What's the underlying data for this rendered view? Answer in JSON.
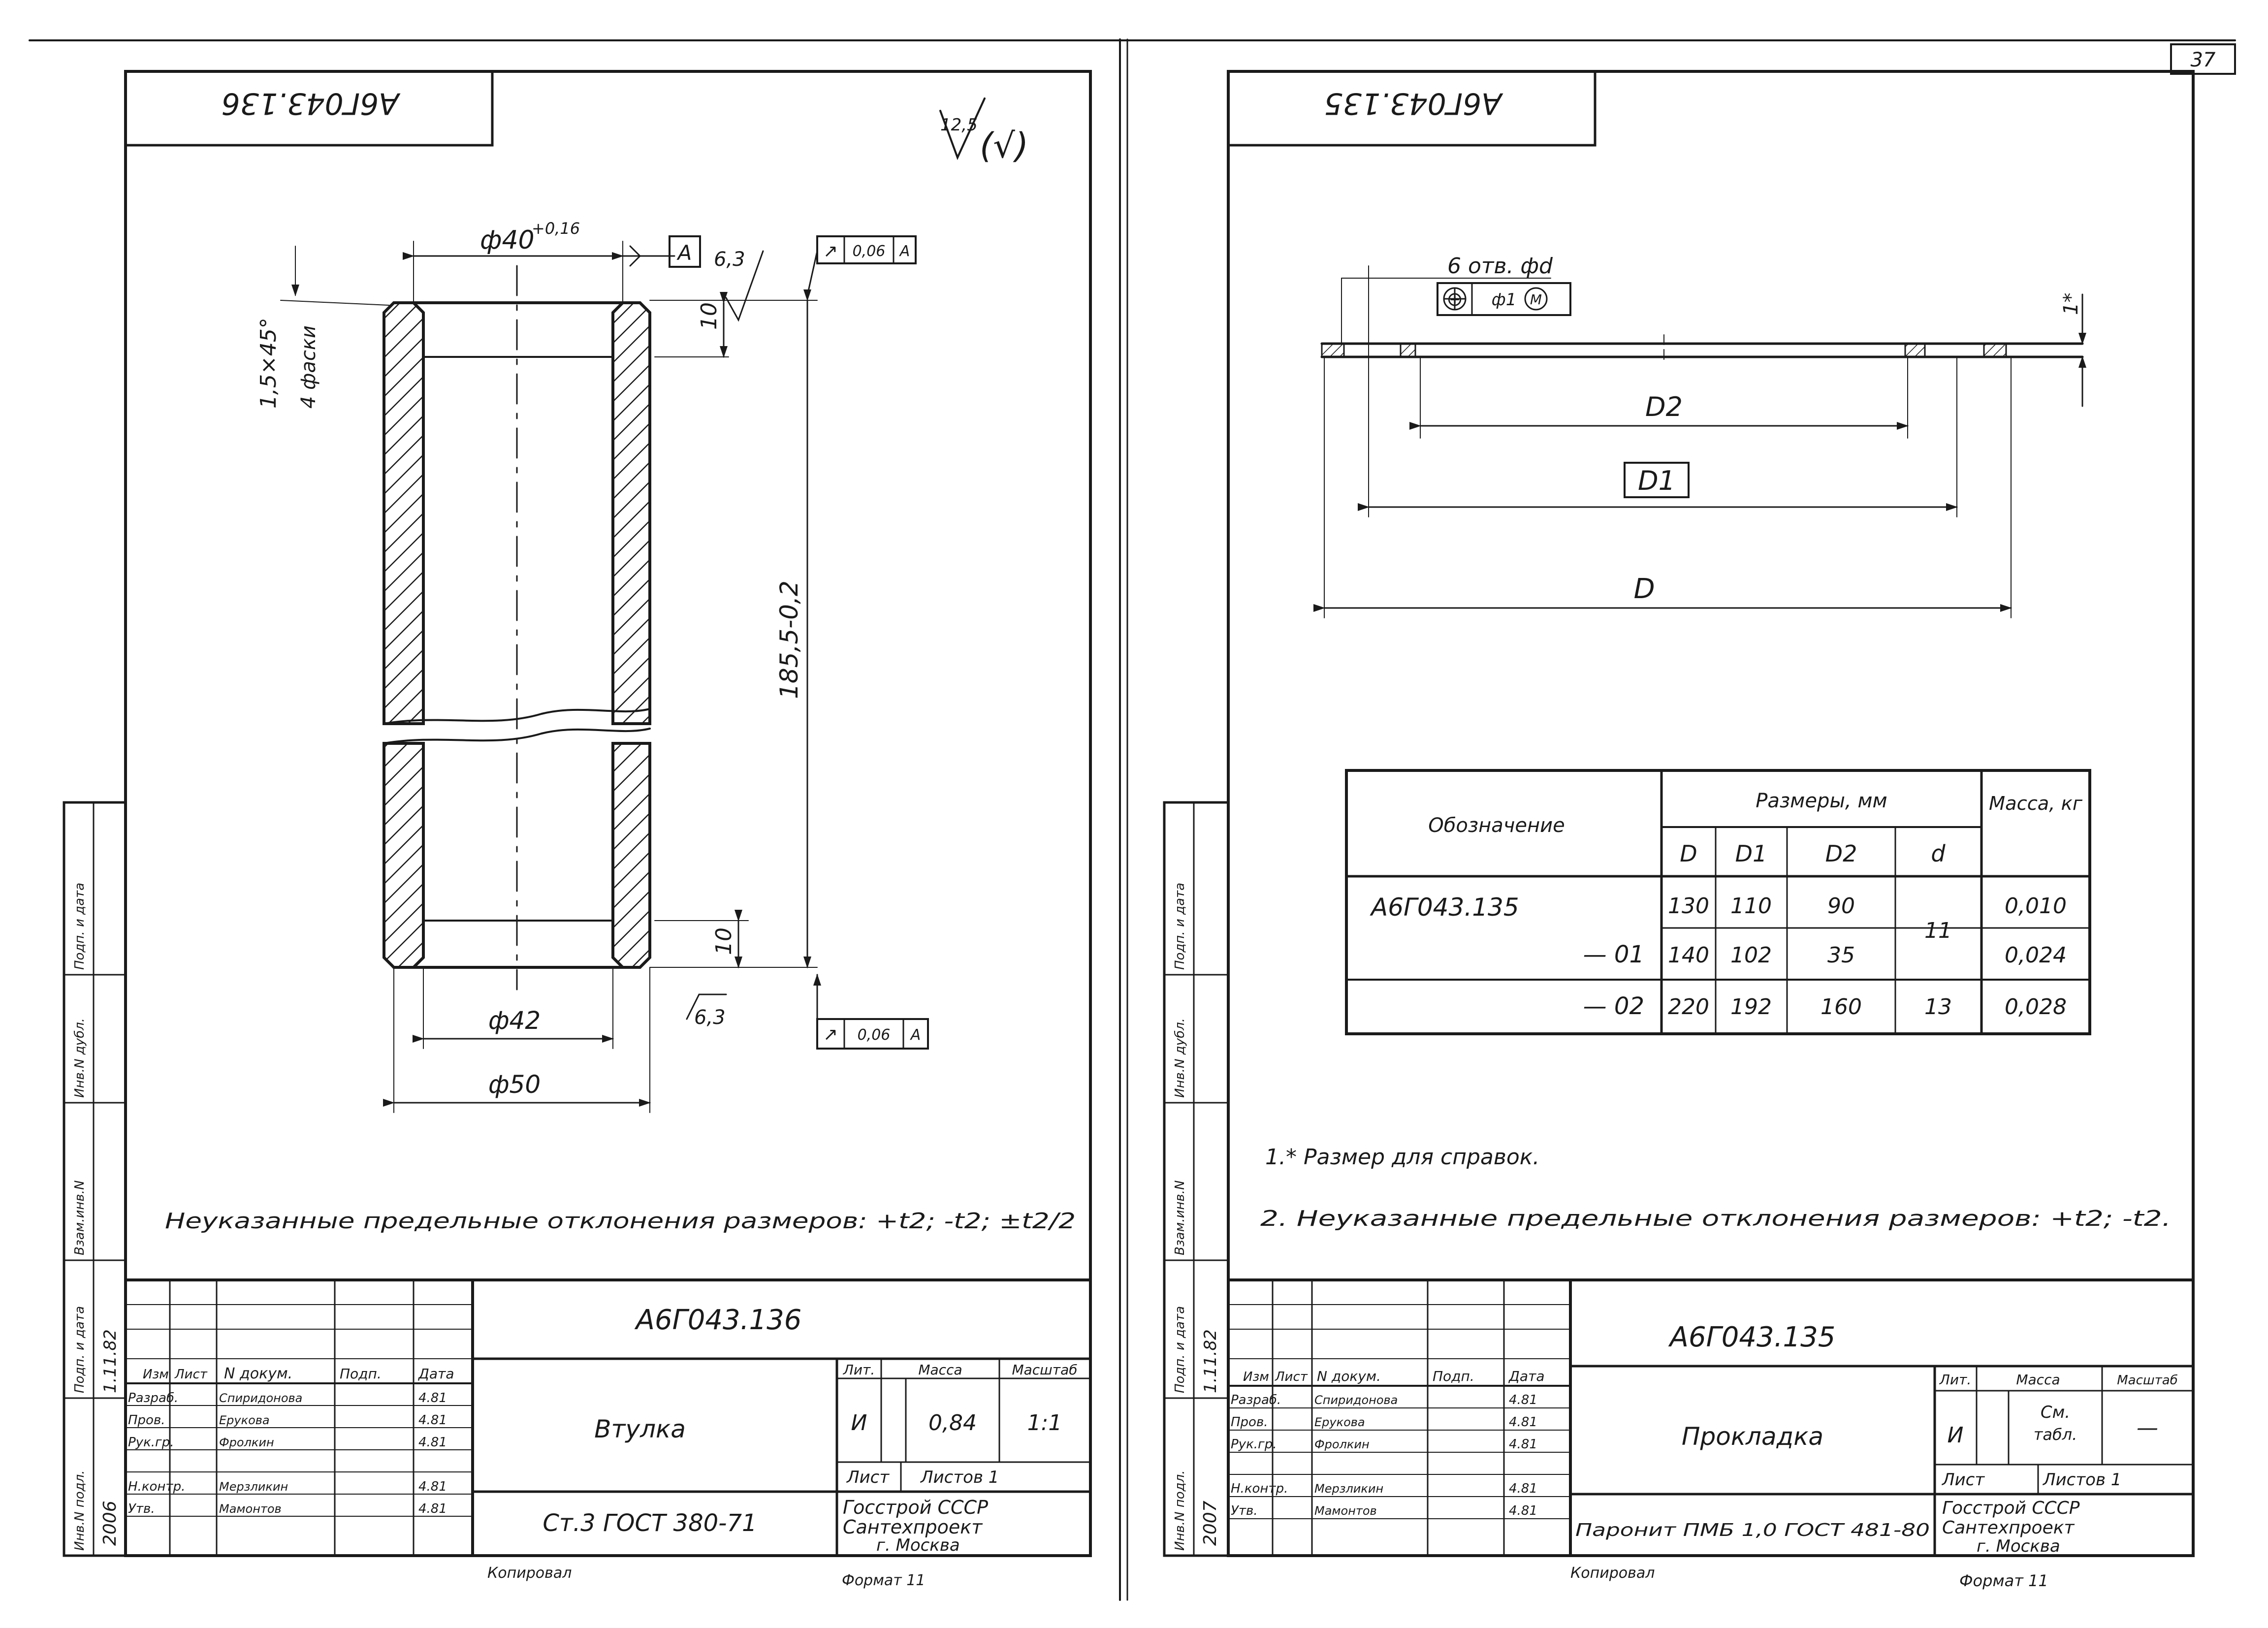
{
  "page_number": "37",
  "left_sheet": {
    "stamp_mirrored": "А6Г043.136",
    "roughness_main": "12,5",
    "roughness_rest": "(√)",
    "dim_inner_top": "ф40",
    "dim_inner_top_tol": "+0,16",
    "datum": "A",
    "roughness_top": "6,3",
    "tol_frame_top": [
      "↗",
      "0,06",
      "A"
    ],
    "dim_top_thick": "10",
    "chamfer_spec": "1,5×45°",
    "chamfer_count": "4 фаски",
    "dim_length": "185,5-0,2",
    "dim_bottom_thick": "10",
    "roughness_bottom": "6,3",
    "tol_frame_bottom": [
      "↗",
      "0,06",
      "A"
    ],
    "dim_inner": "ф42",
    "dim_outer": "ф50",
    "note": "Неуказанные предельные отклонения размеров: +t2; -t2; ±t2/2",
    "title_block": {
      "designation": "А6Г043.136",
      "name": "Втулка",
      "material": "Ст.3 ГОСТ 380-71",
      "lit_header": "Лит.",
      "mass_header": "Масса",
      "scale_header": "Масштаб",
      "lit": "И",
      "mass": "0,84",
      "scale": "1:1",
      "sheet_label": "Лист",
      "sheets_label": "Листов 1",
      "org_line1": "Госстрой СССР",
      "org_line2": "Сантехпроект",
      "org_line3": "г. Москва",
      "col_headers": [
        "Изм",
        "Лист",
        "N докум.",
        "Подп.",
        "Дата"
      ],
      "roles": [
        "Разраб.",
        "Пров.",
        "Рук.гр.",
        "",
        "Н.контр.",
        "Утв."
      ],
      "names": [
        "Спиридонова",
        "Ерукова",
        "Фролкин",
        "",
        "Мерзликин",
        "Мамонтов"
      ],
      "dates": [
        "4.81",
        "4.81",
        "4.81",
        "",
        "4.81",
        "4.81"
      ],
      "bottom_note": "Копировал",
      "format": "Формат 11"
    },
    "side_labels": [
      "Инв.N подл.",
      "Подп. и дата",
      "Взам.инв.N",
      "Инв.N дубл.",
      "Подп. и дата"
    ],
    "side_values": [
      "2006",
      "1.11.82"
    ]
  },
  "right_sheet": {
    "stamp_mirrored": "А6Г043.135",
    "holes_label": "6 отв. фd",
    "pos_tol_symbol": "⊕",
    "pos_tol_value": "ф1",
    "pos_tol_mod": "M",
    "ref_thickness": "1*",
    "dim_D2": "D2",
    "dim_D1": "D1",
    "dim_D": "D",
    "table": {
      "col_designation": "Обозначение",
      "col_sizes": "Размеры, мм",
      "col_mass": "Масса, кг",
      "sub_headers": [
        "D",
        "D1",
        "D2",
        "d"
      ],
      "rows": [
        {
          "designation": "А6Г043.135",
          "D": "130",
          "D1": "110",
          "D2": "90",
          "d": "11",
          "mass": "0,010"
        },
        {
          "designation": "— 01",
          "D": "140",
          "D1": "102",
          "D2": "35",
          "d": "",
          "mass": "0,024"
        },
        {
          "designation": "— 02",
          "D": "220",
          "D1": "192",
          "D2": "160",
          "d": "13",
          "mass": "0,028"
        }
      ]
    },
    "note1": "1.* Размер для справок.",
    "note2": "2. Неуказанные предельные отклонения размеров: +t2; -t2.",
    "title_block": {
      "designation": "А6Г043.135",
      "name": "Прокладка",
      "material": "Паронит ПМБ 1,0 ГОСТ 481-80",
      "lit_header": "Лит.",
      "mass_header": "Масса",
      "scale_header": "Масштаб",
      "lit": "И",
      "mass_line1": "См.",
      "mass_line2": "табл.",
      "scale": "—",
      "sheet_label": "Лист",
      "sheets_label": "Листов 1",
      "org_line1": "Госстрой СССР",
      "org_line2": "Сантехпроект",
      "org_line3": "г. Москва",
      "col_headers": [
        "Изм",
        "Лист",
        "N докум.",
        "Подп.",
        "Дата"
      ],
      "roles": [
        "Разраб.",
        "Пров.",
        "Рук.гр.",
        "",
        "Н.контр.",
        "Утв."
      ],
      "names": [
        "Спиридонова",
        "Ерукова",
        "Фролкин",
        "",
        "Мерзликин",
        "Мамонтов"
      ],
      "dates": [
        "4.81",
        "4.81",
        "4.81",
        "",
        "4.81",
        "4.81"
      ],
      "bottom_note": "Копировал",
      "format": "Формат 11"
    },
    "side_labels": [
      "Инв.N подл.",
      "Подп. и дата",
      "Взам.инв.N",
      "Инв.N дубл.",
      "Подп. и дата"
    ],
    "side_values": [
      "2007",
      "1.11.82"
    ]
  }
}
